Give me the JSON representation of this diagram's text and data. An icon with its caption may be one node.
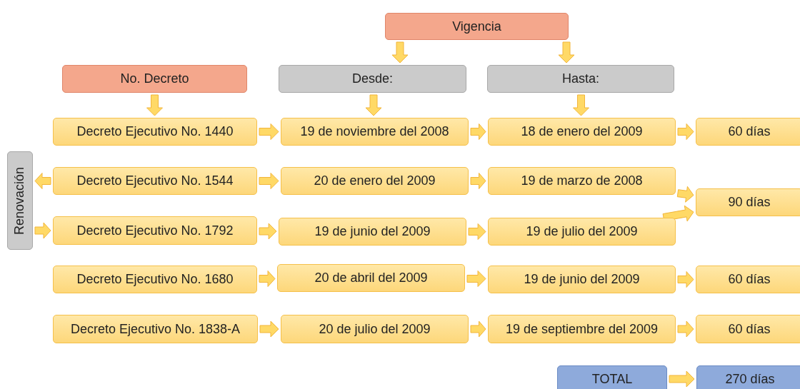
{
  "diagram": {
    "nodes": [
      {
        "text": [
          "Vigencia"
        ]
      },
      {
        "text": [
          "No. Decreto"
        ]
      },
      {
        "text": [
          "Desde:"
        ]
      },
      {
        "text": [
          "Hasta:"
        ]
      },
      {
        "text": [
          "Renovación"
        ]
      },
      {
        "text": [
          "Decreto Ejecutivo No. 1440"
        ]
      },
      {
        "text": [
          "19 de noviembre del 2008"
        ]
      },
      {
        "text": [
          "18 de enero del 2009"
        ]
      },
      {
        "text": [
          "60 días"
        ]
      },
      {
        "text": [
          "Decreto Ejecutivo No. 1544"
        ]
      },
      {
        "text": [
          "20 de enero del 2009"
        ]
      },
      {
        "text": [
          "19 de marzo de 2008"
        ]
      },
      {
        "text": [
          "90 días"
        ]
      },
      {
        "text": [
          "Decreto Ejecutivo No. 1792"
        ]
      },
      {
        "text": [
          "19 de junio del 2009"
        ]
      },
      {
        "text": [
          "19 de julio del 2009"
        ]
      },
      {
        "text": [
          "Decreto Ejecutivo No. 1680"
        ]
      },
      {
        "text": [
          "20 de abril del 2009"
        ]
      },
      {
        "text": [
          "19 de junio del 2009"
        ]
      },
      {
        "text": [
          "60 días"
        ]
      },
      {
        "text": [
          "Decreto Ejecutivo No. 1838-A"
        ]
      },
      {
        "text": [
          "20 de julio del 2009"
        ]
      },
      {
        "text": [
          "19 de septiembre del 2009"
        ]
      },
      {
        "text": [
          "60 días"
        ]
      },
      {
        "text": [
          "TOTAL"
        ]
      },
      {
        "text": [
          "270 días"
        ]
      }
    ],
    "edges": [
      {
        "from": 0,
        "to": 2,
        "arrow": "to"
      },
      {
        "from": 0,
        "to": 3,
        "arrow": "to"
      },
      {
        "from": 1,
        "to": 5,
        "arrow": "to"
      },
      {
        "from": 2,
        "to": 6,
        "arrow": "to"
      },
      {
        "from": 3,
        "to": 7,
        "arrow": "to"
      },
      {
        "from": 5,
        "to": 6,
        "arrow": "to"
      },
      {
        "from": 6,
        "to": 7,
        "arrow": "to"
      },
      {
        "from": 7,
        "to": 8,
        "arrow": "to"
      },
      {
        "from": 9,
        "to": 4,
        "arrow": "to"
      },
      {
        "from": 9,
        "to": 10,
        "arrow": "to"
      },
      {
        "from": 10,
        "to": 11,
        "arrow": "to"
      },
      {
        "from": 11,
        "to": 12,
        "arrow": "to"
      },
      {
        "from": 4,
        "to": 13,
        "arrow": "to"
      },
      {
        "from": 13,
        "to": 14,
        "arrow": "to"
      },
      {
        "from": 14,
        "to": 15,
        "arrow": "to"
      },
      {
        "from": 15,
        "to": 12,
        "arrow": "to"
      },
      {
        "from": 16,
        "to": 17,
        "arrow": "to"
      },
      {
        "from": 17,
        "to": 18,
        "arrow": "to"
      },
      {
        "from": 18,
        "to": 19,
        "arrow": "to"
      },
      {
        "from": 20,
        "to": 21,
        "arrow": "to"
      },
      {
        "from": 21,
        "to": 22,
        "arrow": "to"
      },
      {
        "from": 22,
        "to": 23,
        "arrow": "to"
      },
      {
        "from": 24,
        "to": 25,
        "arrow": "to"
      }
    ]
  }
}
